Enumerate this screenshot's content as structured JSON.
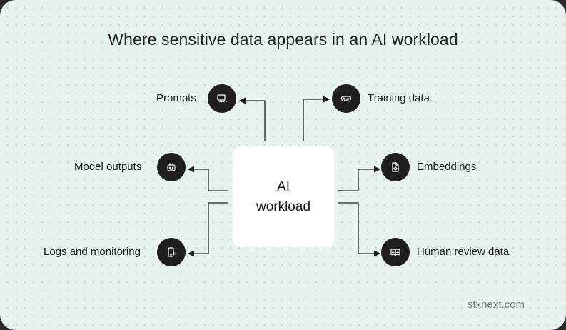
{
  "title": "Where sensitive data appears in an AI workload",
  "center": {
    "line1": "AI",
    "line2": "workload"
  },
  "nodes": {
    "prompts": {
      "label": "Prompts",
      "icon": "monitor-code-icon"
    },
    "training_data": {
      "label": "Training data",
      "icon": "gamepad-icon"
    },
    "model_outputs": {
      "label": "Model outputs",
      "icon": "robot-icon"
    },
    "embeddings": {
      "label": "Embeddings",
      "icon": "document-gear-icon"
    },
    "logs": {
      "label": "Logs and monitoring",
      "icon": "phone-code-icon"
    },
    "human_review": {
      "label": "Human review data",
      "icon": "open-book-icon"
    }
  },
  "footer": "stxnext.com",
  "colors": {
    "background": "#e8f3f1",
    "node": "#1e1e1e",
    "line": "#1e1e1e",
    "center": "#ffffff"
  }
}
